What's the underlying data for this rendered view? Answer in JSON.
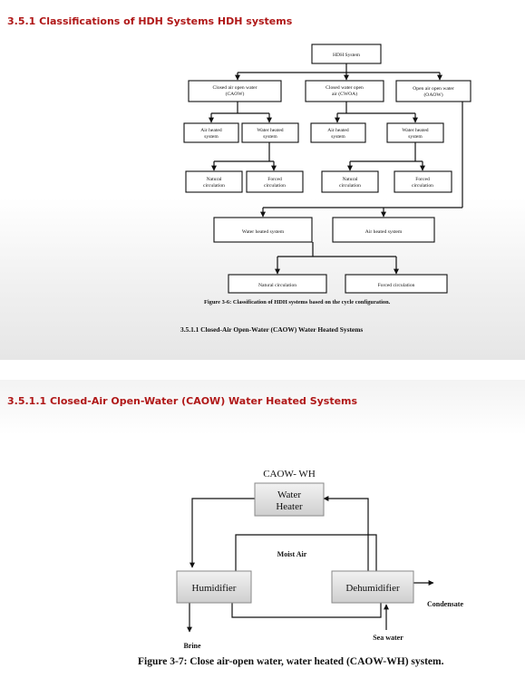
{
  "slide1": {
    "heading": "3.5.1 Classifications of HDH Systems HDH systems",
    "nodes": {
      "hdh_system": "HDH System",
      "caow": [
        "Closed air open water",
        "(CAOW)"
      ],
      "cwoa": [
        "Closed water open",
        "air (CWOA)"
      ],
      "oaow": [
        "Open air open water",
        "(OAOW)"
      ],
      "caow_air": [
        "Air heated",
        "system"
      ],
      "caow_water": [
        "Water heated",
        "system"
      ],
      "cwoa_air": [
        "Air heated",
        "system"
      ],
      "cwoa_water": [
        "Water heated",
        "system"
      ],
      "nat1": [
        "Natural",
        "circulation"
      ],
      "forced1": [
        "Forced",
        "circulation"
      ],
      "nat2": [
        "Natural",
        "circulation"
      ],
      "forced2": [
        "Forced",
        "circulation"
      ],
      "oaow_water": "Water heated system",
      "oaow_air": "Air heated system",
      "nat3": "Natural circulation",
      "forced3": "Forced circulation"
    },
    "figure_caption": "Figure 3-6: Classification of HDH systems based on the cycle configuration.",
    "subsection": "3.5.1.1 Closed-Air Open-Water (CAOW) Water Heated Systems"
  },
  "slide2": {
    "heading": "3.5.1.1 Closed-Air Open-Water (CAOW) Water Heated Systems",
    "diagram": {
      "title": "CAOW- WH",
      "water_heater": [
        "Water",
        "Heater"
      ],
      "humidifier": "Humidifier",
      "dehumidifier": "Dehumidifier",
      "moist_air": "Moist Air",
      "condensate": "Condensate",
      "sea_water": "Sea water",
      "brine": "Brine"
    },
    "figure_caption": "Figure 3-7: Close air-open water, water heated (CAOW-WH) system."
  }
}
